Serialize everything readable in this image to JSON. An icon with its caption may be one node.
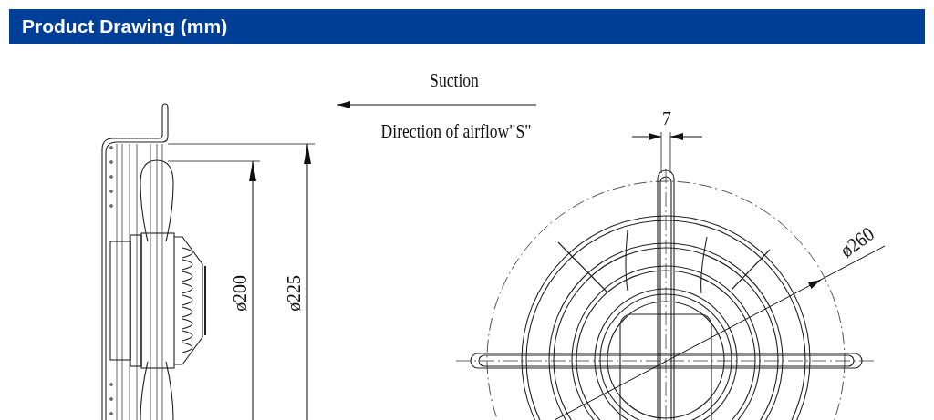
{
  "diagram": {
    "title": "Product Drawing (mm)",
    "labels": [
      "Suction",
      "Direction of airflow\"S\"",
      "7",
      "ø200",
      "ø225",
      "ø260"
    ]
  }
}
